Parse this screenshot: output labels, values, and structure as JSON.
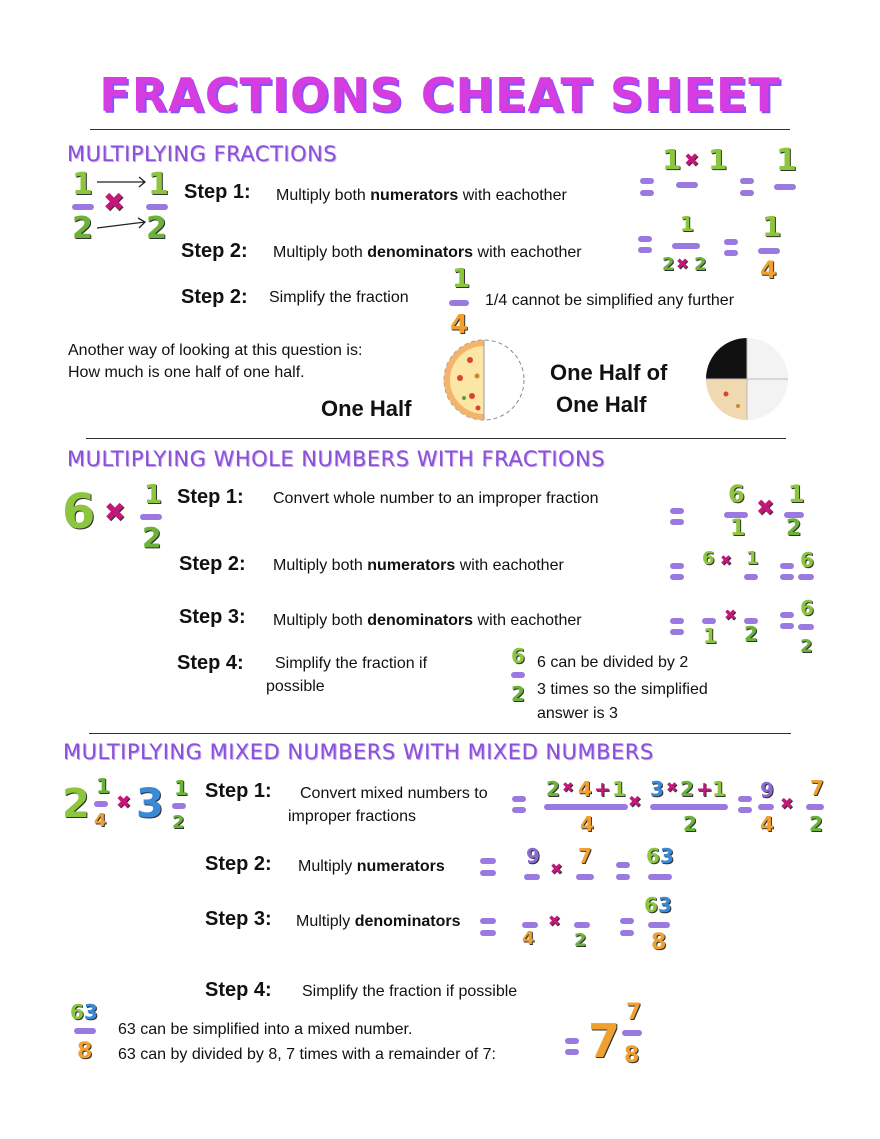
{
  "title": "FRACTIONS CHEAT SHEET",
  "sections": {
    "s1": {
      "heading": "MULTIPLYING FRACTIONS",
      "step1_label": "Step 1:",
      "step1_pre": "Multiply both ",
      "step1_bold": "numerators",
      "step1_post": " with eachother",
      "step2_label": "Step 2:",
      "step2_pre": "Multiply both ",
      "step2_bold": "denominators",
      "step2_post": " with eachother",
      "step3_label": "Step 2:",
      "step3_text": "Simplify the fraction",
      "step3_note": "1/4 cannot be simplified any further",
      "another_1": "Another way of looking at this question is:",
      "another_2": "How much is one half of one half.",
      "one_half": "One Half",
      "half_of_1": "One Half of",
      "half_of_2": "One Half"
    },
    "s2": {
      "heading": "MULTIPLYING WHOLE NUMBERS WITH FRACTIONS",
      "step1_label": "Step 1:",
      "step1_text": "Convert whole number to an improper fraction",
      "step2_label": "Step 2:",
      "step2_pre": "Multiply both ",
      "step2_bold": "numerators",
      "step2_post": " with eachother",
      "step3_label": "Step 3:",
      "step3_pre": "Multiply both ",
      "step3_bold": "denominators",
      "step3_post": " with eachother",
      "step4_label": "Step 4:",
      "step4_text1": "Simplify the fraction if",
      "step4_text2": "possible",
      "note1": "6 can be divided by 2",
      "note2": "3 times so the simplified",
      "note3": "answer is 3"
    },
    "s3": {
      "heading": "MULTIPLYING MIXED NUMBERS WITH MIXED NUMBERS",
      "step1_label": "Step 1:",
      "step1_text1": "Convert mixed numbers to",
      "step1_text2": "improper fractions",
      "step2_label": "Step 2:",
      "step2_pre": "Multiply ",
      "step2_bold": "numerators",
      "step3_label": "Step 3:",
      "step3_pre": "Multiply ",
      "step3_bold": "denominators",
      "step4_label": "Step 4:",
      "step4_text": "Simplify the fraction if possible",
      "final1": "63 can be simplified into a mixed number.",
      "final2": "63 can by divided by 8, 7 times with a remainder of 7:"
    }
  },
  "colors": {
    "title": "#d63de0",
    "heading": "#8a50d8",
    "times": "#c2187a"
  }
}
